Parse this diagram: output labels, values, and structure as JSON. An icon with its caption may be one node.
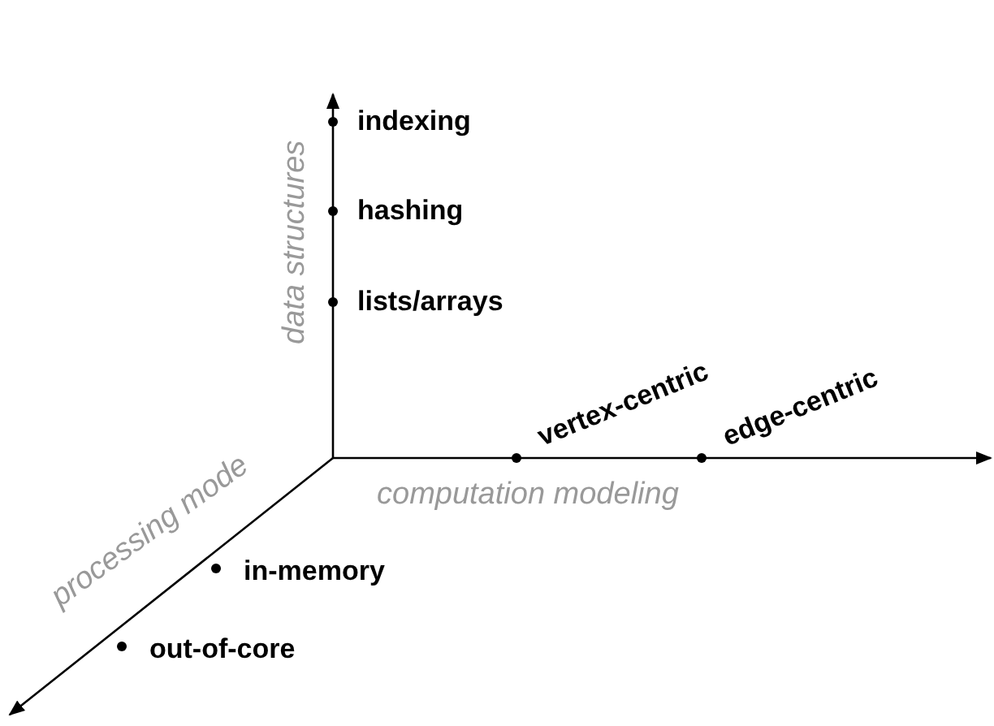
{
  "diagram": {
    "labels": [
      "data structures",
      "indexing",
      "hashing",
      "lists/arrays",
      "vertex-centric",
      "edge-centric",
      "processing mode",
      "computation modeling",
      "in-memory",
      "out-of-core"
    ]
  }
}
